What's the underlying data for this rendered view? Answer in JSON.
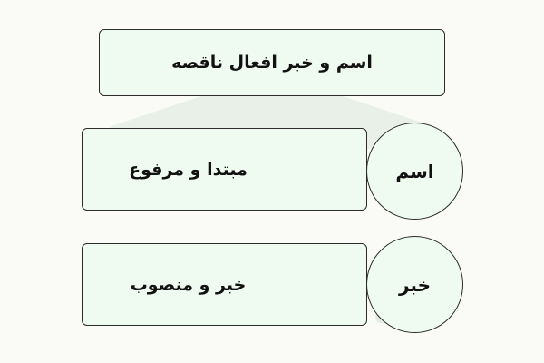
{
  "title": "اسم و خبر افعال ناقصه",
  "rows": [
    {
      "label": "اسم",
      "description": "مبتدا و مرفوع"
    },
    {
      "label": "خبر",
      "description": "خبر و منصوب"
    }
  ],
  "colors": {
    "background": "#fafaf6",
    "box_fill": "#effbf0",
    "border": "#2b2b2b",
    "watermark": "#e3ebe3"
  },
  "watermark_icon": "faradars-logo-watermark"
}
